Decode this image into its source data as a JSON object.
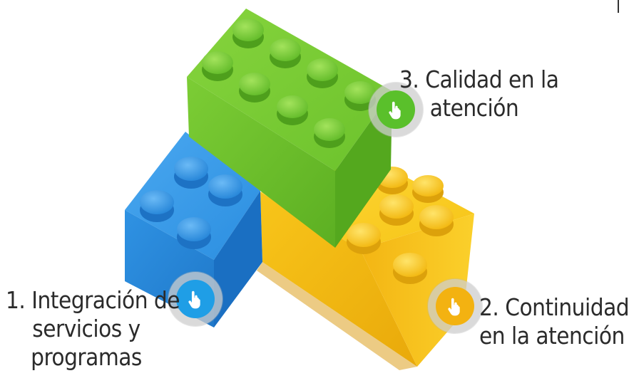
{
  "colors": {
    "blue": "#1f9ee6",
    "yellow": "#f3b211",
    "green": "#5ac02b",
    "text": "#2b2b2b"
  },
  "items": [
    {
      "lines": [
        "1. Integración de",
        "servicios y",
        "programas"
      ],
      "color": "blue",
      "icon": "hand-pointer-icon"
    },
    {
      "lines": [
        "2. Continuidad",
        "en la atención"
      ],
      "color": "yellow",
      "icon": "hand-pointer-icon"
    },
    {
      "lines": [
        "3. Calidad en la",
        "atención"
      ],
      "color": "green",
      "icon": "hand-pointer-icon"
    }
  ]
}
